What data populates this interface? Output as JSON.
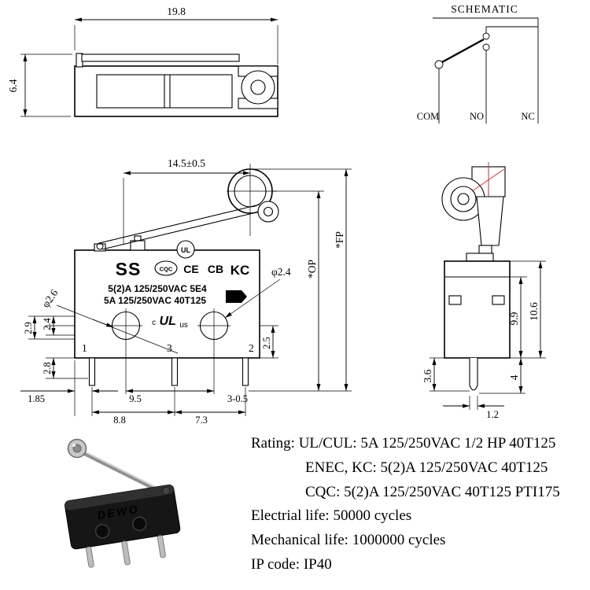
{
  "schematic": {
    "title": "SCHEMATIC",
    "com": "COM",
    "no": "NO",
    "nc": "NC"
  },
  "top_view": {
    "width": "19.8",
    "height": "6.4"
  },
  "front_view": {
    "lever_span": "14.5±0.5",
    "hole_left_dia": "φ2.6",
    "hole_right_dia": "φ2.4",
    "op_label": "*OP",
    "fp_label": "*FP",
    "dim_2_4": "2.4",
    "dim_2_9": "2.9",
    "dim_2_8": "2.8",
    "dim_2_5": "2.5",
    "dim_1_85": "1.85",
    "dim_9_5": "9.5",
    "pin_spec": "3-0.5",
    "dim_8_8": "8.8",
    "dim_7_3": "7.3",
    "markings": {
      "model": "SS",
      "cqc": "CQC",
      "ce": "CE",
      "cb": "CB",
      "kc": "KC",
      "ul_circle": "UL",
      "rating_line1": "5(2)A 125/250VAC 5E4",
      "rating_line2": "5A 125/250VAC 40T125",
      "ul_c": "c",
      "ul_main": "UL",
      "ul_us": "us",
      "terminal_1": "1",
      "terminal_3": "3",
      "terminal_2": "2"
    }
  },
  "side_view": {
    "dim_9_9": "9.9",
    "dim_10_6": "10.6",
    "dim_3_6": "3.6",
    "dim_4": "4",
    "dim_1_2": "1.2"
  },
  "photo": {
    "brand": "DEWO"
  },
  "specs": {
    "lines": [
      "Rating: UL/CUL: 5A 125/250VAC 1/2 HP 40T125",
      "ENEC, KC: 5(2)A 125/250VAC 40T125",
      "CQC: 5(2)A 125/250VAC 40T125 PTI175",
      "Electrial life: 50000 cycles",
      "Mechanical life: 1000000 cycles",
      "IP code: IP40"
    ]
  },
  "colors": {
    "line": "#000000",
    "centerline_red": "#c43030",
    "background": "#ffffff",
    "photo_body": "#161616"
  }
}
